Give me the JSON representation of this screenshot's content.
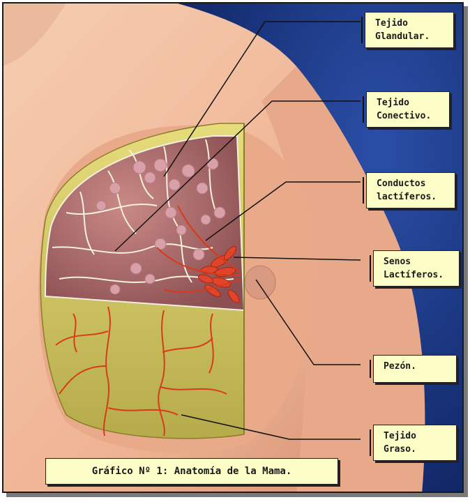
{
  "labels": {
    "tejido_glandular": [
      "Tejido",
      "Glandular."
    ],
    "tejido_conectivo": [
      "Tejido",
      "Conectivo."
    ],
    "conductos": [
      "Conductos",
      "lactíferos."
    ],
    "senos": [
      "Senos",
      "Lactíferos."
    ],
    "pezon": [
      "Pezón."
    ],
    "tejido_graso": [
      "Tejido",
      "Graso."
    ]
  },
  "caption": "Gráfico Nº 1: Anatomía de la Mama.",
  "colors": {
    "skin": "#f0b99a",
    "skin_shadow": "#c8866a",
    "fabric": "#1d3a86",
    "fat": "#d8cf6a",
    "gland": "#a86a6a",
    "vessel": "#d83a1a",
    "label_bg": "#fdfdc8"
  }
}
